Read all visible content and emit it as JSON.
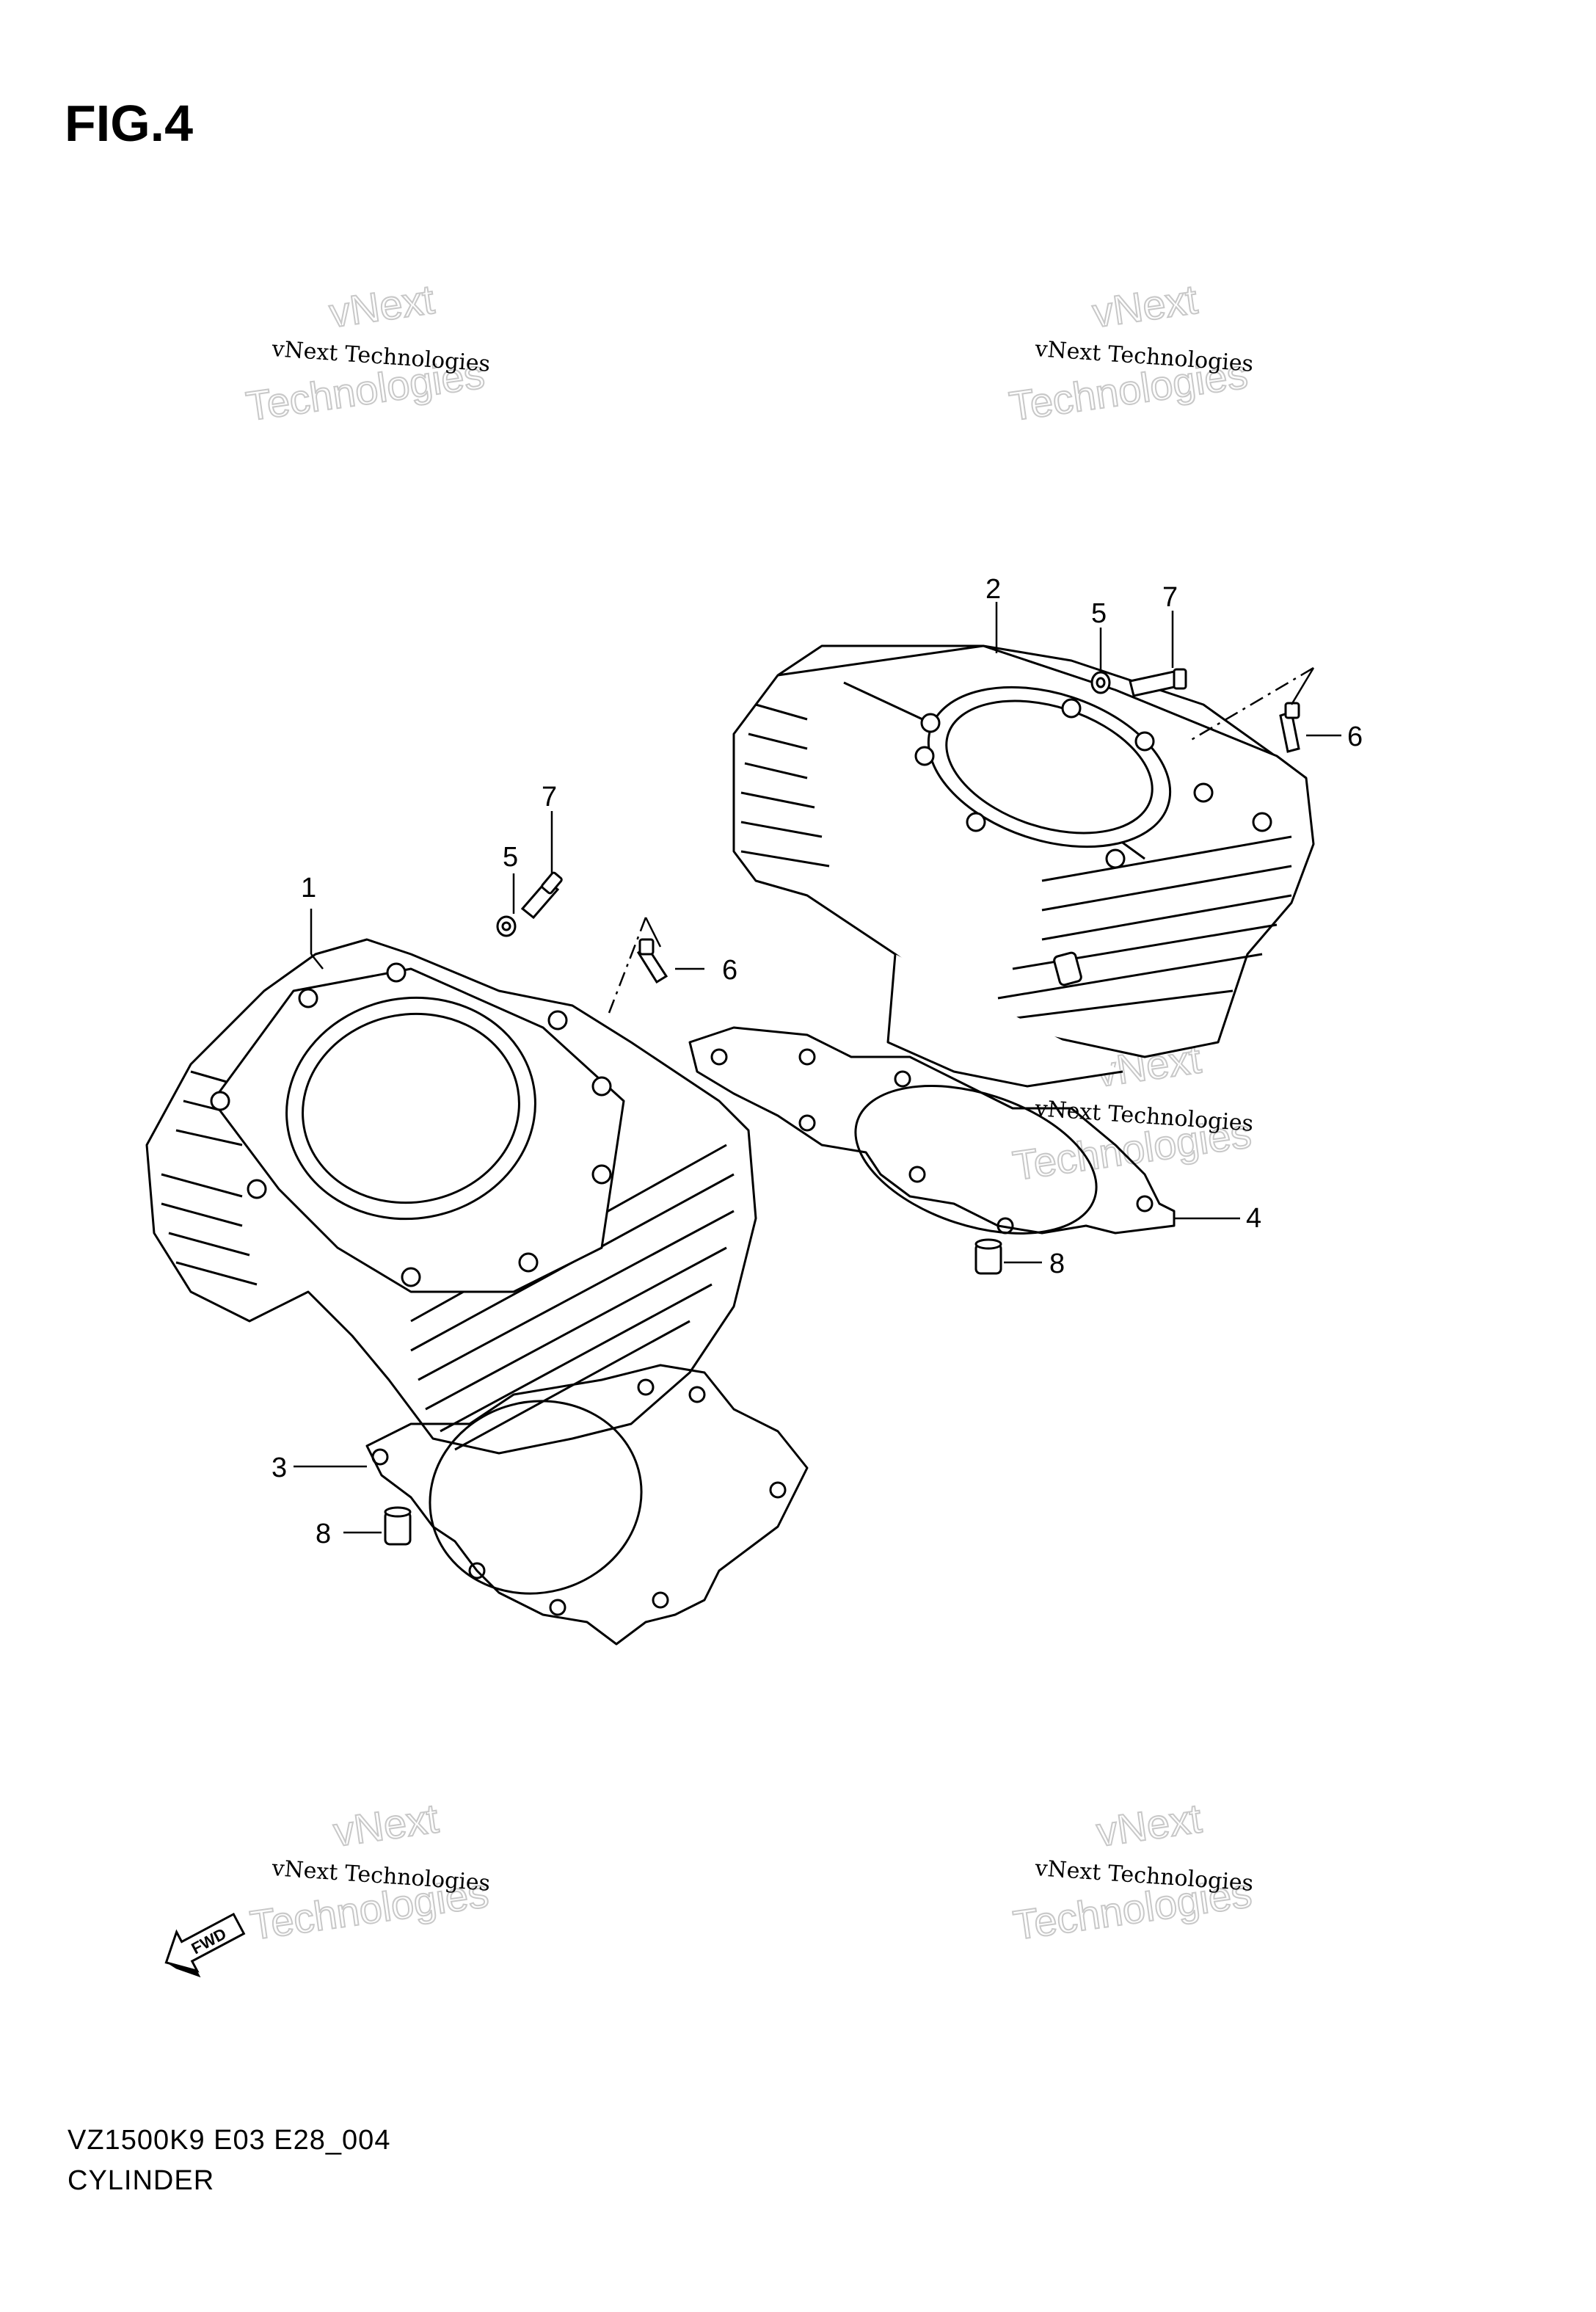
{
  "figure": {
    "title": "FIG.4",
    "model_code": "VZ1500K9 E03 E28_004",
    "section_name": "CYLINDER"
  },
  "callouts": [
    "1",
    "2",
    "3",
    "4",
    "5",
    "6",
    "7",
    "8"
  ],
  "watermark": {
    "line_small": "vNext Technologies",
    "line_big_1": "vNext",
    "line_big_2": "Technologies"
  },
  "fwd_arrow_label": "FWD"
}
